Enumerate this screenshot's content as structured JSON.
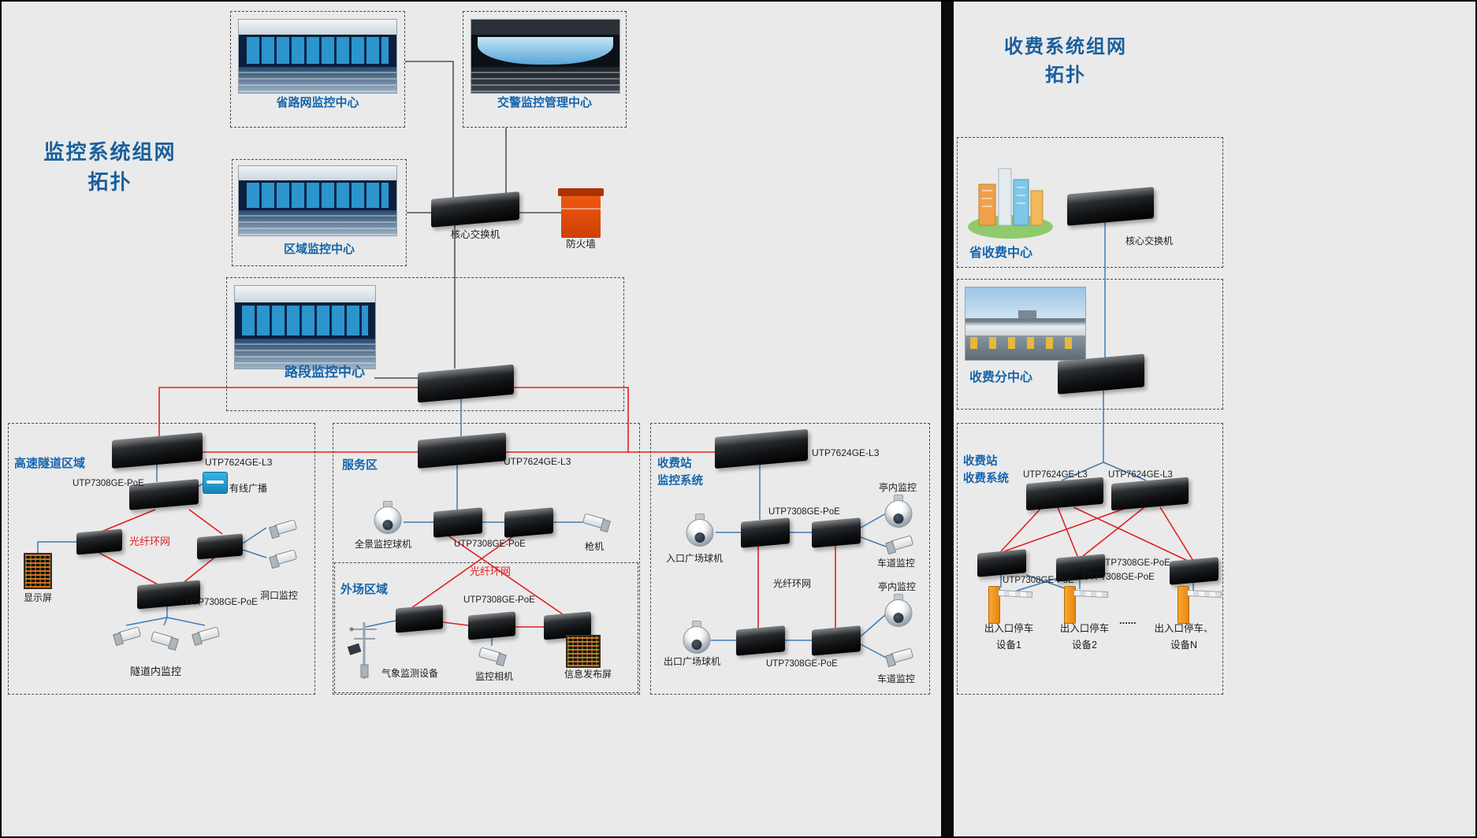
{
  "colors": {
    "label_blue": "#1565ac",
    "title_blue": "#1a5f9e",
    "ring_red": "#e02020",
    "link_blue": "#3e7bb8",
    "link_dark": "#333333",
    "firewall_orange": "#e8530f",
    "gate_orange": "#f59a23"
  },
  "left": {
    "section_title": [
      "监控系统组网",
      "拓扑"
    ],
    "provincial_center": "省路网监控中心",
    "police_center": "交警监控管理中心",
    "regional_center": "区域监控中心",
    "core_switch": "核心交换机",
    "firewall": "防火墙",
    "road_center": "路段监控中心",
    "tunnel": {
      "title": "高速隧道区域",
      "sw7624": "UTP7624GE-L3",
      "sw7308_top": "UTP7308GE-PoE",
      "broadcast": "有线广播",
      "fiber_ring": "光纤环网",
      "display": "显示屏",
      "portal_cam": "洞口监控",
      "sw7308_bottom": "UTP7308GE-PoE",
      "in_tunnel_cam": "隧道内监控"
    },
    "service": {
      "title": "服务区",
      "sw7624": "UTP7624GE-L3",
      "dome_cam": "全景监控球机",
      "sw7308": "UTP7308GE-PoE",
      "bullet_cam": "枪机"
    },
    "outfield": {
      "title": "外场区域",
      "fiber_ring": "光纤环网",
      "sw7308": "UTP7308GE-PoE",
      "weather": "气象监测设备",
      "camera": "监控相机",
      "info_screen": "信息发布屏"
    },
    "toll_mon": {
      "title": [
        "收费站",
        "监控系统"
      ],
      "sw7624": "UTP7624GE-L3",
      "entry_dome": "入口广场球机",
      "sw7308_top": "UTP7308GE-PoE",
      "booth_top": "亭内监控",
      "lane_top": "车道监控",
      "fiber_ring": "光纤环网",
      "booth_bottom": "亭内监控",
      "exit_dome": "出口广场球机",
      "sw7308_bottom": "UTP7308GE-PoE",
      "lane_bottom": "车道监控"
    }
  },
  "right": {
    "section_title": [
      "收费系统组网",
      "拓扑"
    ],
    "provincial": {
      "label": "省收费中心",
      "core_switch": "核心交换机"
    },
    "subcenter": {
      "label": "收费分中心"
    },
    "station": {
      "title": [
        "收费站",
        "收费系统"
      ],
      "sw7624_left": "UTP7624GE-L3",
      "sw7624_right": "UTP7624GE-L3",
      "sw7308_1": "UTP7308GE-PoE",
      "sw7308_2": "UTP7308GE-PoE",
      "sw7308_3": "UTP7308GE-PoE",
      "device1": [
        "出入口停车",
        "设备1"
      ],
      "device2": [
        "出入口停车",
        "设备2"
      ],
      "ellipsis": "......",
      "deviceN": [
        "出入口停车、",
        "设备N"
      ]
    }
  }
}
